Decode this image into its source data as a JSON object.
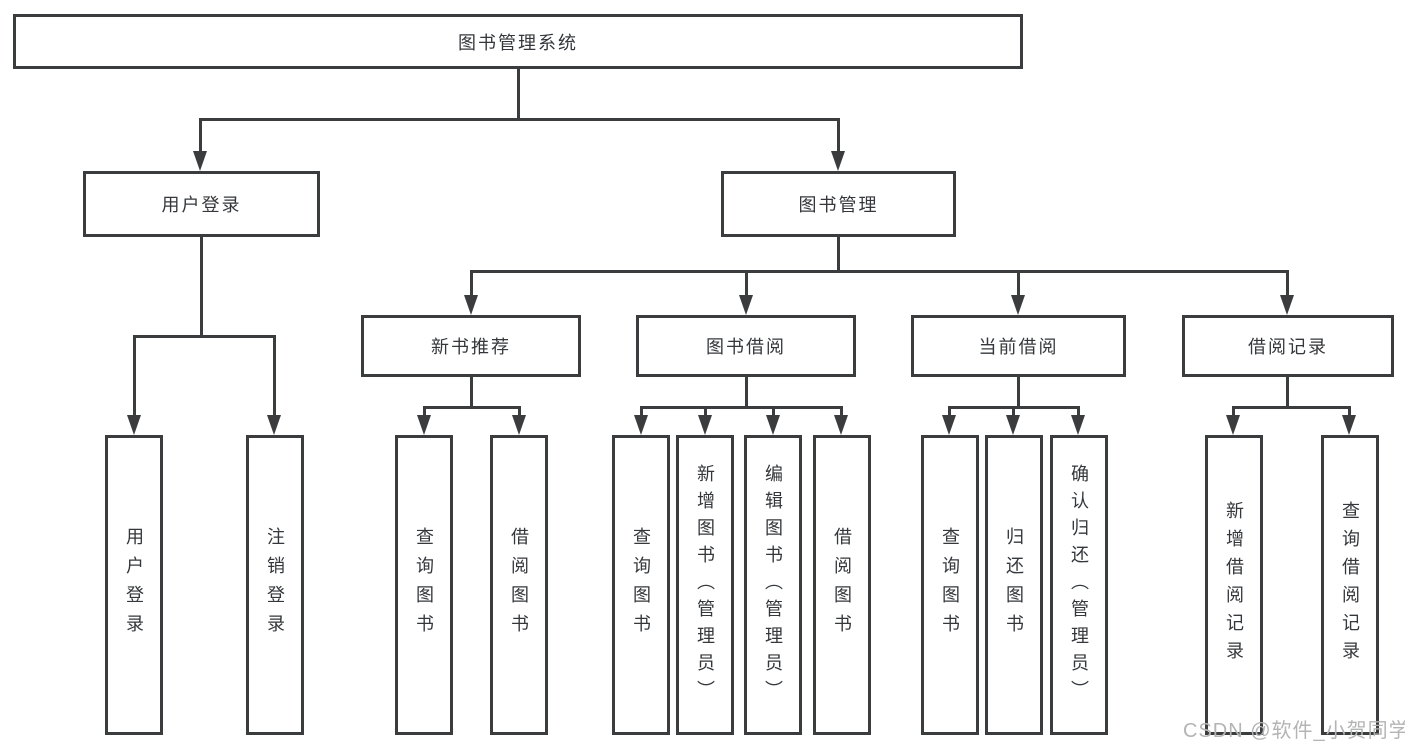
{
  "colors": {
    "line": "#3a3c3e",
    "text": "#34373b",
    "background": "#ffffff",
    "watermark": "#b4b4b4"
  },
  "watermark": {
    "text": "CSDN @软件_小贺同学"
  },
  "tree": {
    "root": {
      "label": "图书管理系统"
    },
    "branches": [
      {
        "label": "用户登录",
        "children": [
          {
            "label": "用户登录"
          },
          {
            "label": "注销登录"
          }
        ]
      },
      {
        "label": "图书管理",
        "children": [
          {
            "label": "新书推荐",
            "children": [
              {
                "label": "查询图书"
              },
              {
                "label": "借阅图书"
              }
            ]
          },
          {
            "label": "图书借阅",
            "children": [
              {
                "label": "查询图书"
              },
              {
                "label": "新增图书（管理员）"
              },
              {
                "label": "编辑图书（管理员）"
              },
              {
                "label": "借阅图书"
              }
            ]
          },
          {
            "label": "当前借阅",
            "children": [
              {
                "label": "查询图书"
              },
              {
                "label": "归还图书"
              },
              {
                "label": "确认归还（管理员）"
              }
            ]
          },
          {
            "label": "借阅记录",
            "children": [
              {
                "label": "新增借阅记录"
              },
              {
                "label": "查询借阅记录"
              }
            ]
          }
        ]
      }
    ]
  }
}
